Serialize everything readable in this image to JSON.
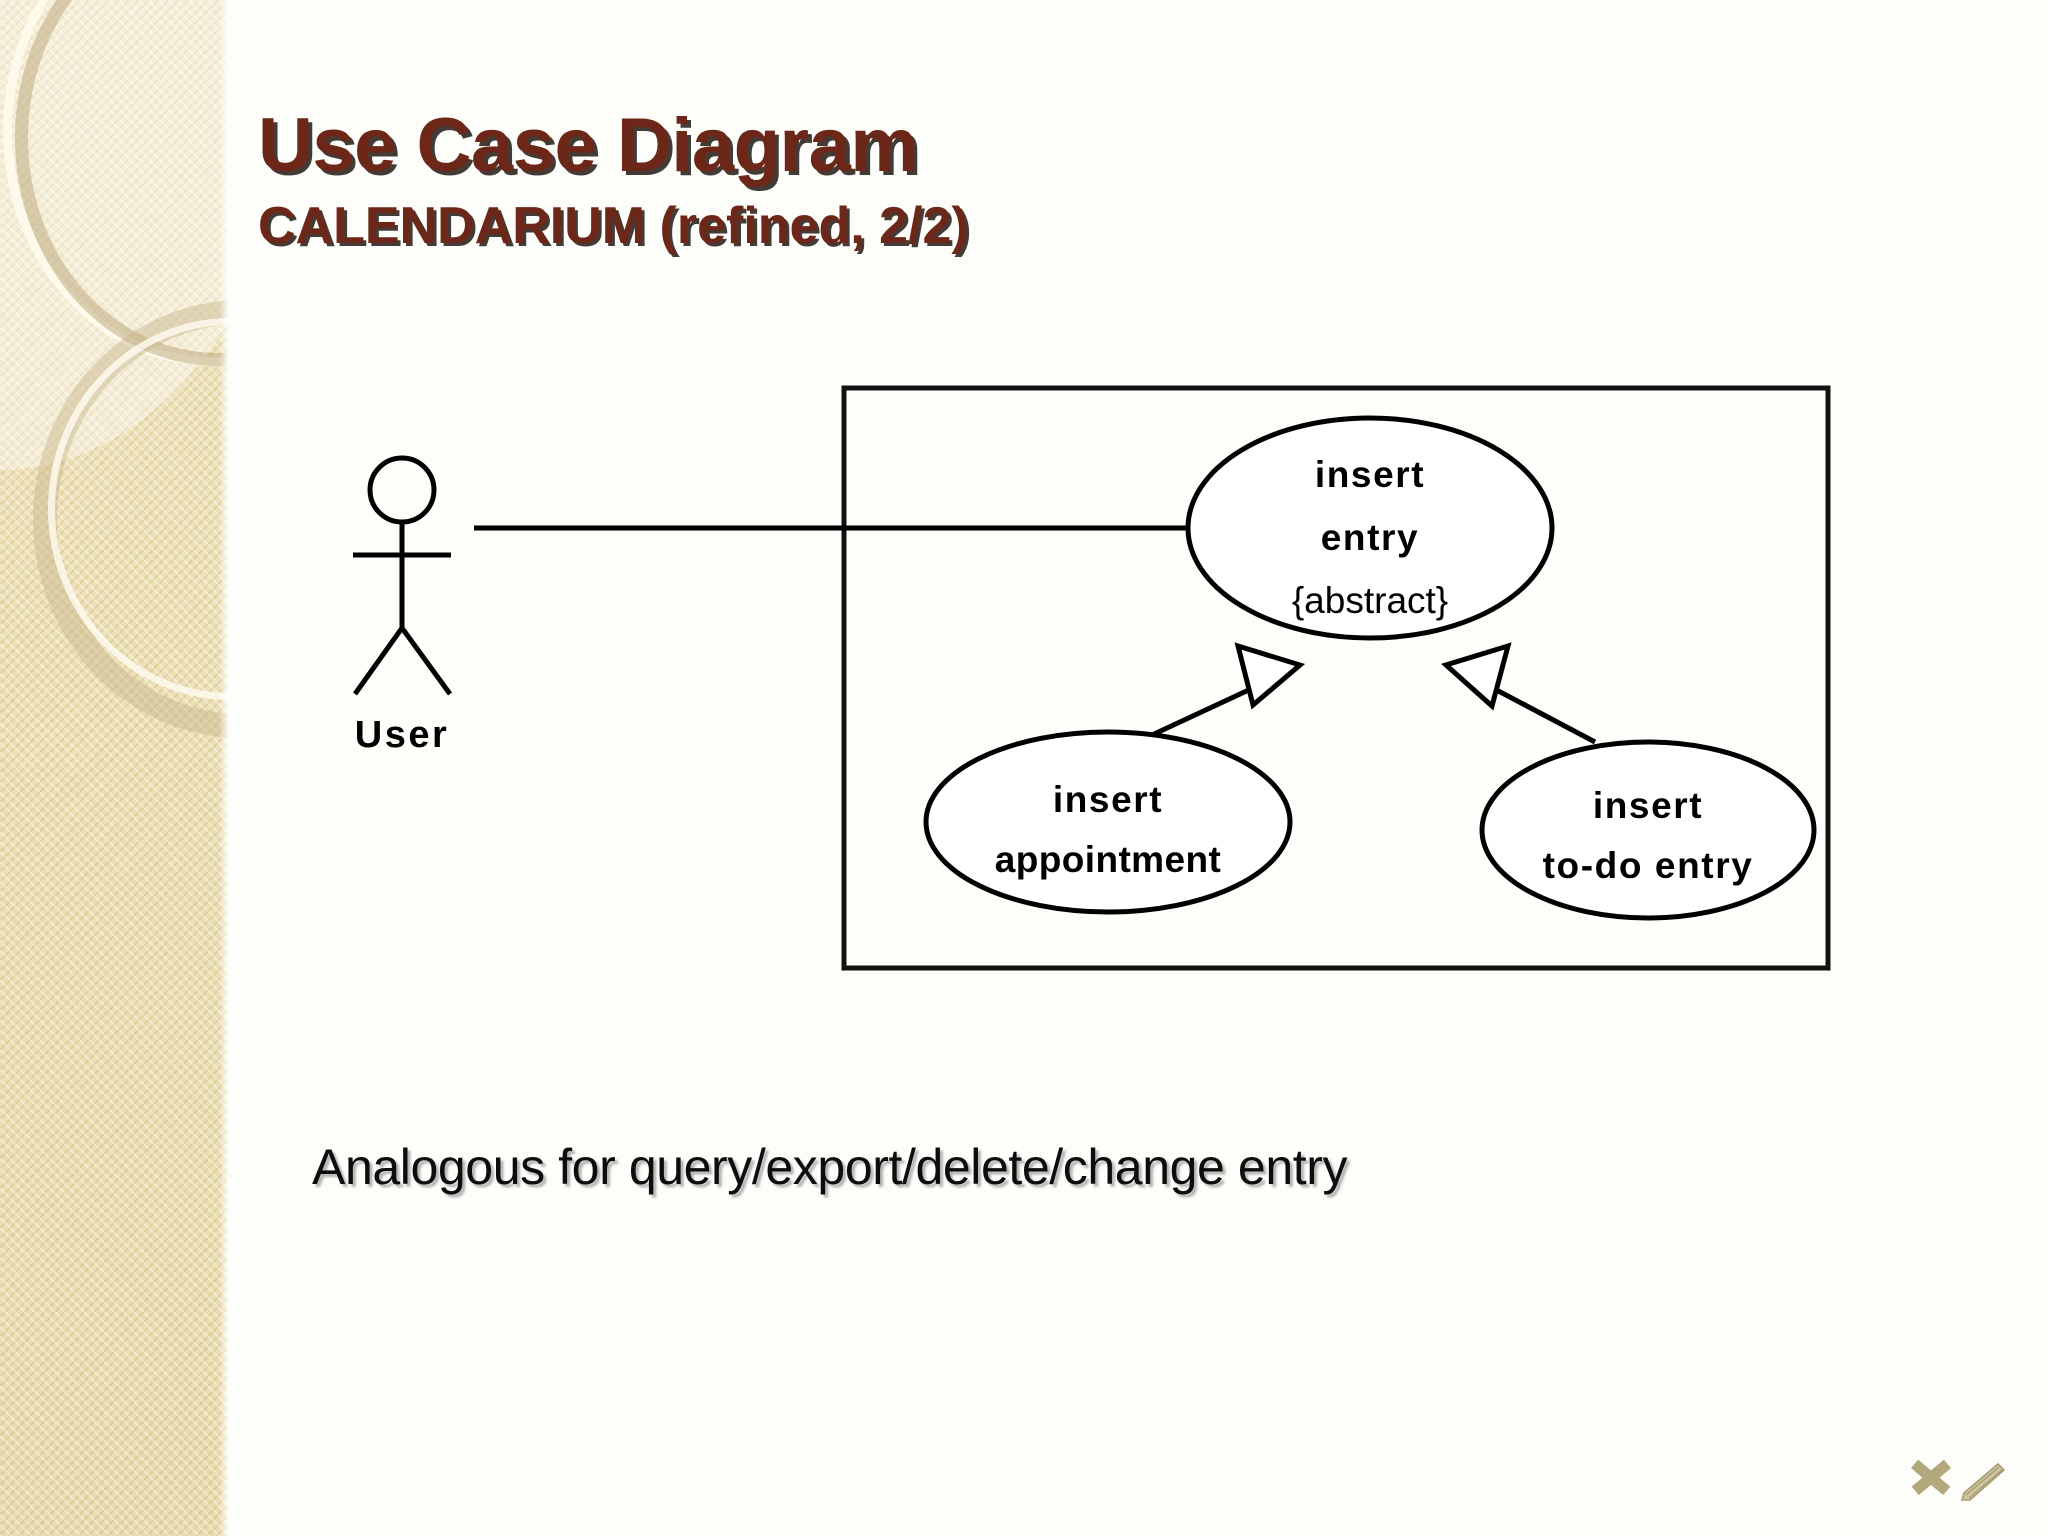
{
  "slide": {
    "title": "Use Case Diagram",
    "subtitle": "CALENDARIUM (refined, 2/2)",
    "caption": "Analogous for query/export/delete/change entry",
    "title_color": "#6D2718",
    "background_color": "#FDFDFA",
    "sidebar_color": "#EEE0B6",
    "logo_color": "#B3A87C"
  },
  "diagram": {
    "type": "uml-use-case",
    "actor": {
      "name": "User",
      "label": "User"
    },
    "system_boundary": {
      "label": ""
    },
    "use_cases": [
      {
        "id": "insert-entry",
        "line1": "insert",
        "line2": "entry",
        "stereotype": "{abstract}",
        "abstract": true
      },
      {
        "id": "insert-appointment",
        "line1": "insert",
        "line2": "appointment",
        "stereotype": "",
        "abstract": false
      },
      {
        "id": "insert-to-do-entry",
        "line1": "insert",
        "line2": "to-do entry",
        "stereotype": "",
        "abstract": false
      }
    ],
    "associations": [
      {
        "from": "User",
        "to": "insert-entry",
        "kind": "association"
      }
    ],
    "generalizations": [
      {
        "from": "insert-appointment",
        "to": "insert-entry",
        "kind": "generalization"
      },
      {
        "from": "insert-to-do-entry",
        "to": "insert-entry",
        "kind": "generalization"
      }
    ]
  },
  "logo": {
    "cross_icon": "x-mark-icon",
    "pen_icon": "pen-icon"
  }
}
